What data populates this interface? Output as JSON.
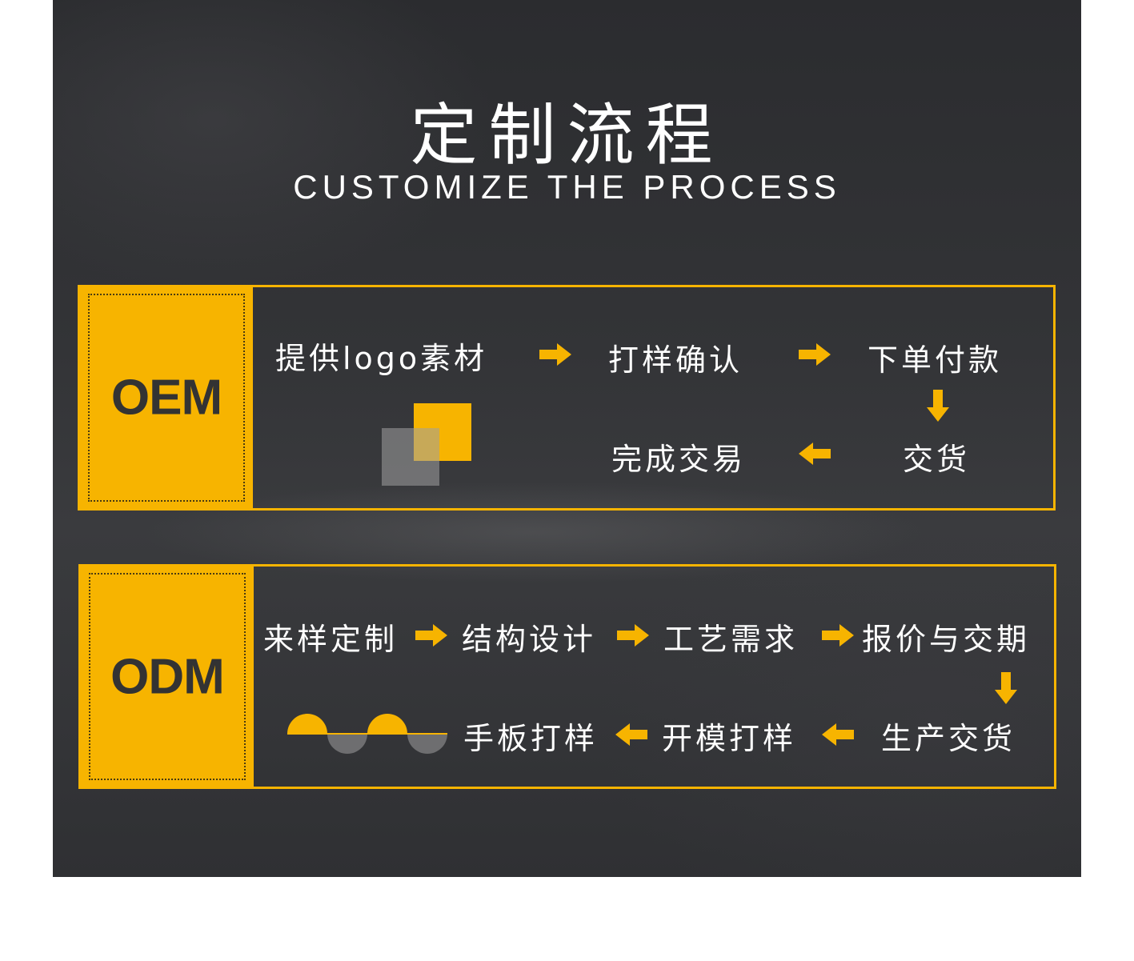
{
  "header": {
    "title_cn": "定制流程",
    "title_en": "CUSTOMIZE THE PROCESS"
  },
  "colors": {
    "accent": "#f7b400",
    "background": "#2f3033",
    "text": "#ffffff"
  },
  "oem": {
    "label": "OEM",
    "steps": [
      "提供logo素材",
      "打样确认",
      "下单付款",
      "交货",
      "完成交易"
    ]
  },
  "odm": {
    "label": "ODM",
    "steps": [
      "来样定制",
      "结构设计",
      "工艺需求",
      "报价与交期",
      "生产交货",
      "开模打样",
      "手板打样"
    ]
  },
  "icons": [
    "arrow-right-icon",
    "arrow-down-icon",
    "arrow-left-icon"
  ]
}
